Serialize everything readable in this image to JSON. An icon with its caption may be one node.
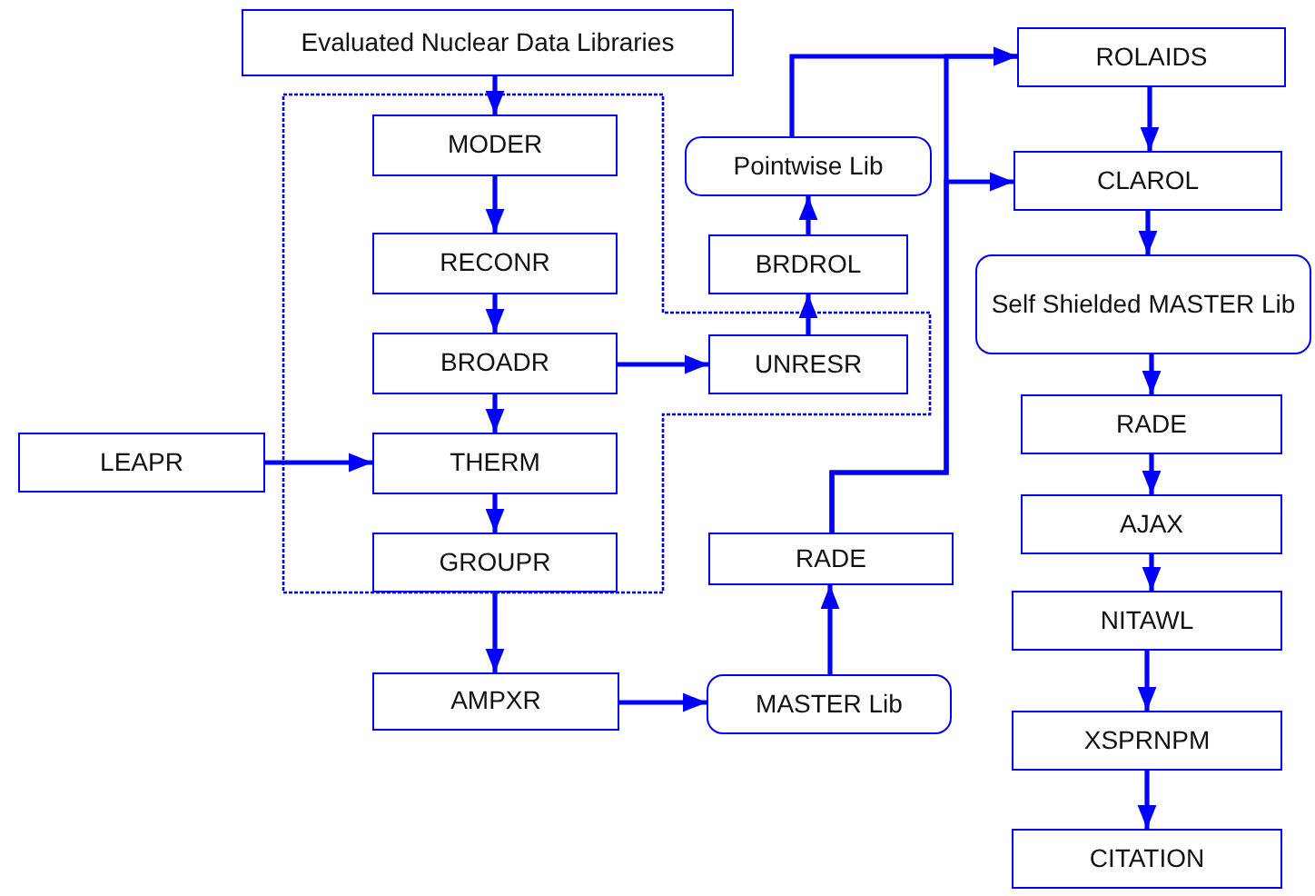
{
  "diagram": {
    "nodes": [
      {
        "text": [
          "Evaluated Nuclear Data Libraries"
        ]
      },
      {
        "text": [
          "MODER"
        ]
      },
      {
        "text": [
          "RECONR"
        ]
      },
      {
        "text": [
          "BROADR"
        ]
      },
      {
        "text": [
          "THERM"
        ]
      },
      {
        "text": [
          "GROUPR"
        ]
      },
      {
        "text": [
          "LEAPR"
        ]
      },
      {
        "text": [
          "AMPXR"
        ]
      },
      {
        "text": [
          "Pointwise Lib"
        ]
      },
      {
        "text": [
          "BRDROL"
        ]
      },
      {
        "text": [
          "UNRESR"
        ]
      },
      {
        "text": [
          "RADE"
        ]
      },
      {
        "text": [
          "MASTER Lib"
        ]
      },
      {
        "text": [
          "ROLAIDS"
        ]
      },
      {
        "text": [
          "CLAROL"
        ]
      },
      {
        "text": [
          "Self Shielded MASTER Lib"
        ]
      },
      {
        "text": [
          "RADE"
        ]
      },
      {
        "text": [
          "AJAX"
        ]
      },
      {
        "text": [
          "NITAWL"
        ]
      },
      {
        "text": [
          "XSPRNPM"
        ]
      },
      {
        "text": [
          "CITATION"
        ]
      }
    ],
    "edges": [
      {
        "from": 0,
        "to": 1,
        "arrow": "to"
      },
      {
        "from": 1,
        "to": 2,
        "arrow": "to"
      },
      {
        "from": 2,
        "to": 3,
        "arrow": "to"
      },
      {
        "from": 3,
        "to": 4,
        "arrow": "to"
      },
      {
        "from": 4,
        "to": 5,
        "arrow": "to"
      },
      {
        "from": 6,
        "to": 4,
        "arrow": "to"
      },
      {
        "from": 5,
        "to": 7,
        "arrow": "to"
      },
      {
        "from": 3,
        "to": 10,
        "arrow": "to"
      },
      {
        "from": 10,
        "to": 9,
        "arrow": "to"
      },
      {
        "from": 9,
        "to": 8,
        "arrow": "to"
      },
      {
        "from": 8,
        "to": 13,
        "arrow": "to"
      },
      {
        "from": 7,
        "to": 12,
        "arrow": "to"
      },
      {
        "from": 12,
        "to": 11,
        "arrow": "to"
      },
      {
        "from": 11,
        "to": 13,
        "arrow": "to"
      },
      {
        "from": 11,
        "to": 14,
        "arrow": "to"
      },
      {
        "from": 13,
        "to": 14,
        "arrow": "to"
      },
      {
        "from": 14,
        "to": 15,
        "arrow": "to"
      },
      {
        "from": 15,
        "to": 16,
        "arrow": "to"
      },
      {
        "from": 16,
        "to": 17,
        "arrow": "to"
      },
      {
        "from": 17,
        "to": 18,
        "arrow": "to"
      },
      {
        "from": 18,
        "to": 19,
        "arrow": "to"
      },
      {
        "from": 19,
        "to": 20,
        "arrow": "to"
      }
    ]
  }
}
